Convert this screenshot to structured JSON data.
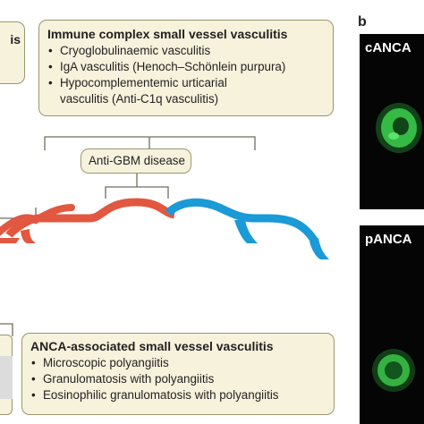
{
  "immune_complex": {
    "title": "Immune complex small vessel vasculitis",
    "items": [
      {
        "line1": "Cryoglobulinaemic vasculitis"
      },
      {
        "line1": "IgA vasculitis (Henoch–Schönlein purpura)"
      },
      {
        "line1": "Hypocomplementemic urticarial",
        "line2": "vasculitis (Anti-C1q vasculitis)"
      }
    ]
  },
  "left_partial_box": {
    "text": "is"
  },
  "anti_gbm": {
    "label": "Anti-GBM disease"
  },
  "anca": {
    "title": "ANCA-associated small vessel vasculitis",
    "items": [
      "Microscopic polyangiitis",
      "Granulomatosis with polyangiitis",
      "Eosinophilic granulomatosis with polyangiitis"
    ]
  },
  "panel_b": {
    "letter": "b",
    "top_label": "cANCA",
    "bottom_label": "pANCA"
  },
  "colors": {
    "box_fill": "#f6f2dc",
    "box_border": "#9a9670",
    "red_arc": "#e2573f",
    "blue_arc": "#1a9ad6",
    "fluorescence": "#3ccf4e"
  }
}
